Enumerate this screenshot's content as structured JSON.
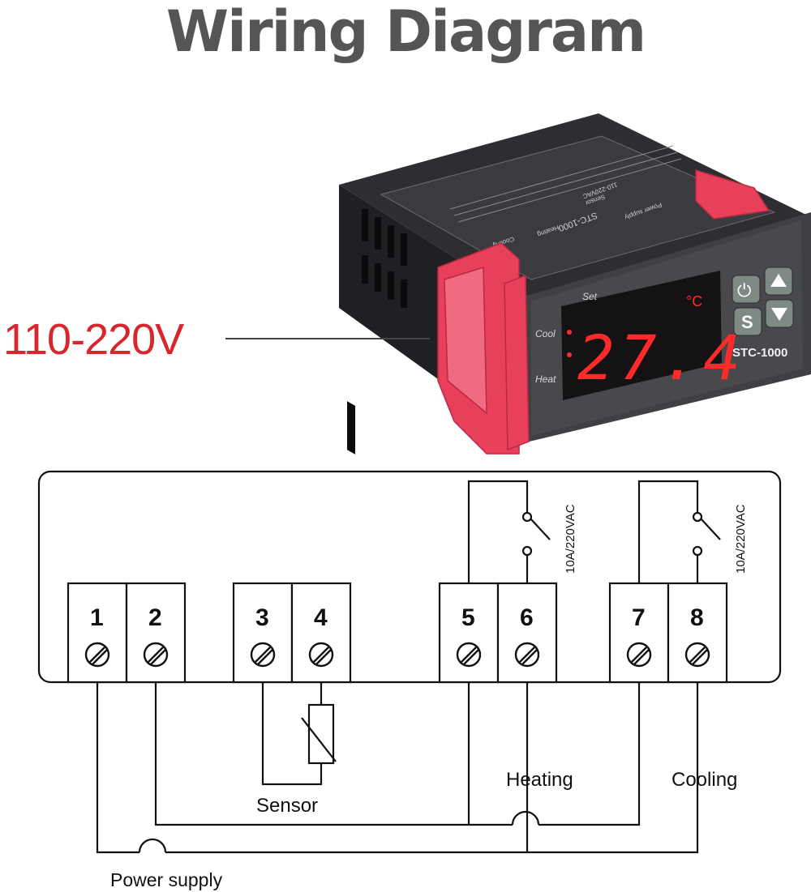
{
  "title": "Wiring Diagram",
  "voltage_label": "110-220V",
  "device": {
    "model": "STC-1000",
    "display_value": "27.4",
    "unit": "°C",
    "label_set": "Set",
    "label_cool": "Cool",
    "label_heat": "Heat",
    "button_power": "⏻",
    "button_s": "S",
    "top_label": {
      "model": "STC-1000",
      "power_supply": "Power supply",
      "sensor": "Sensor",
      "voltage": "110-220VAC",
      "heating": "Heating",
      "cooling": "Cooling"
    }
  },
  "colors": {
    "accent_red": "#d8262c",
    "title_gray": "#555555",
    "clip_pink": "#e8405a"
  },
  "terminals": [
    "1",
    "2",
    "3",
    "4",
    "5",
    "6",
    "7",
    "8"
  ],
  "relay_ratings": [
    "10A/220VAC",
    "10A/220VAC"
  ],
  "labels": {
    "sensor": "Sensor",
    "heating": "Heating",
    "cooling": "Cooling",
    "power_supply": "Power supply"
  }
}
